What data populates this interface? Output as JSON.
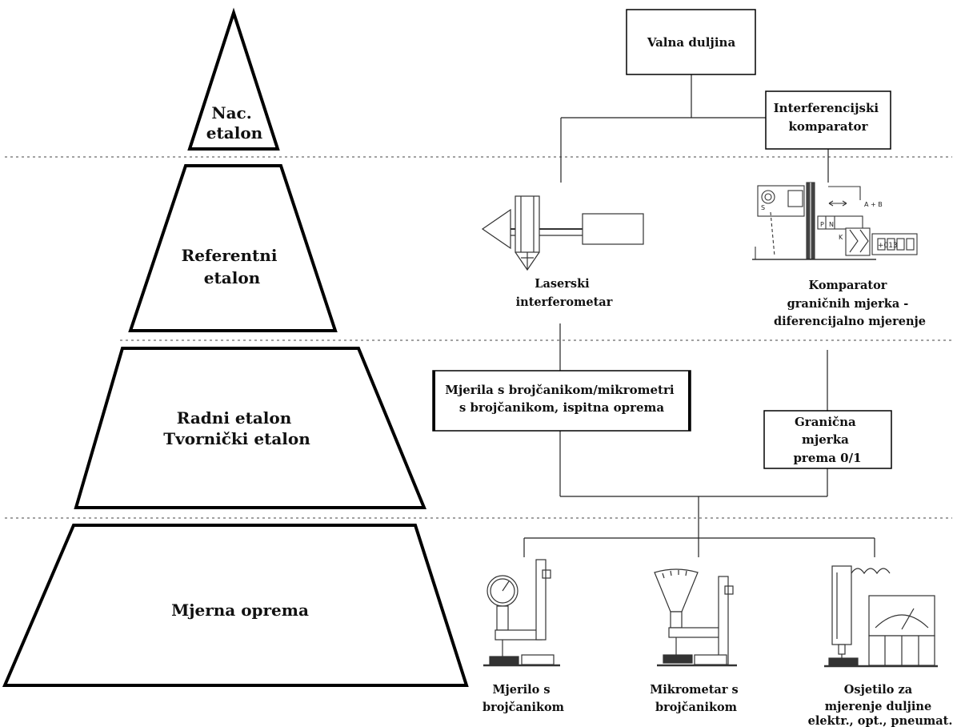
{
  "levels": {
    "l1": [
      "Nac.",
      "etalon"
    ],
    "l2": [
      "Referentni",
      "etalon"
    ],
    "l3": [
      "Radni etalon",
      "Tvornički etalon"
    ],
    "l4": [
      "Mjerna oprema"
    ]
  },
  "boxes": {
    "wavelength": [
      "Valna duljina"
    ],
    "interf_comparator": [
      "Interferencijski",
      "komparator"
    ],
    "dial_gauges": [
      "Mjerila s brojčanikom/mikrometri",
      "s brojčanikom, ispitna oprema"
    ],
    "gauge_block": [
      "Granična",
      "mjerka",
      "prema 0/1"
    ]
  },
  "captions": {
    "laser": [
      "Laserski",
      "interferometar"
    ],
    "comparator": [
      "Komparator",
      "graničnih mjerka -",
      "diferencijalno mjerenje"
    ],
    "dial_gauge": [
      "Mjerilo s",
      "brojčanikom"
    ],
    "micrometer": [
      "Mikrometar s",
      "brojčanikom"
    ],
    "sensor": [
      "Osjetilo za",
      "mjerenje duljine",
      "elektr., opt., pneumat."
    ]
  },
  "comparator_display": "+013",
  "comparator_marks": [
    "P",
    "N",
    "K",
    "A + B",
    "S"
  ]
}
